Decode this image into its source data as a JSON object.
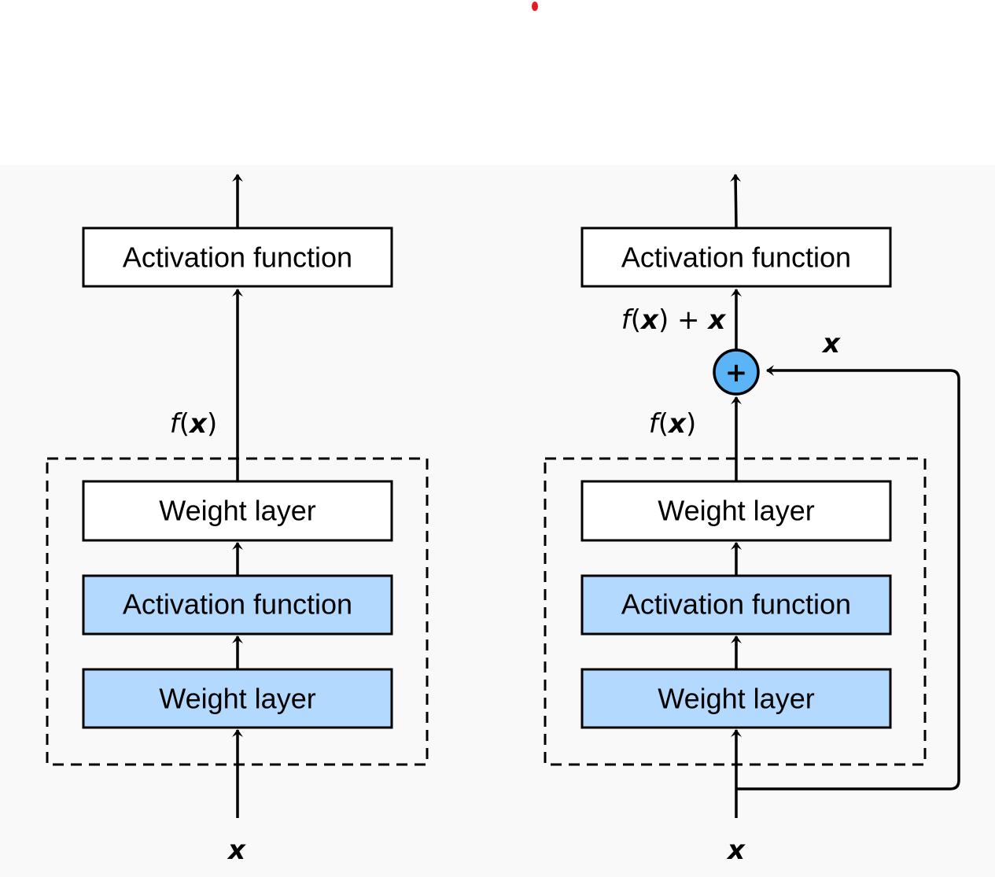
{
  "colors": {
    "panel_background": "#f9f9f9",
    "box_plain": "#ffffff",
    "box_highlight": "#b3d9fe",
    "adder_fill": "#5bb4f6",
    "stroke": "#000000",
    "marker_dot": "#e31b23"
  },
  "left_block": {
    "top_activation": "Activation function",
    "upper_weight": "Weight layer",
    "inner_activation": "Activation function",
    "lower_weight": "Weight layer",
    "fx_label": {
      "func": "f",
      "open": "(",
      "var": "x",
      "close": ")"
    },
    "input_label": "x"
  },
  "right_block": {
    "top_activation": "Activation function",
    "upper_weight": "Weight layer",
    "inner_activation": "Activation function",
    "lower_weight": "Weight layer",
    "fx_label": {
      "func": "f",
      "open": "(",
      "var": "x",
      "close": ")"
    },
    "sum_label": {
      "func": "f",
      "open": "(",
      "var": "x",
      "close": ")",
      "plus": " + ",
      "var2": "x"
    },
    "skip_label": "x",
    "adder_symbol": "+",
    "input_label": "x"
  }
}
